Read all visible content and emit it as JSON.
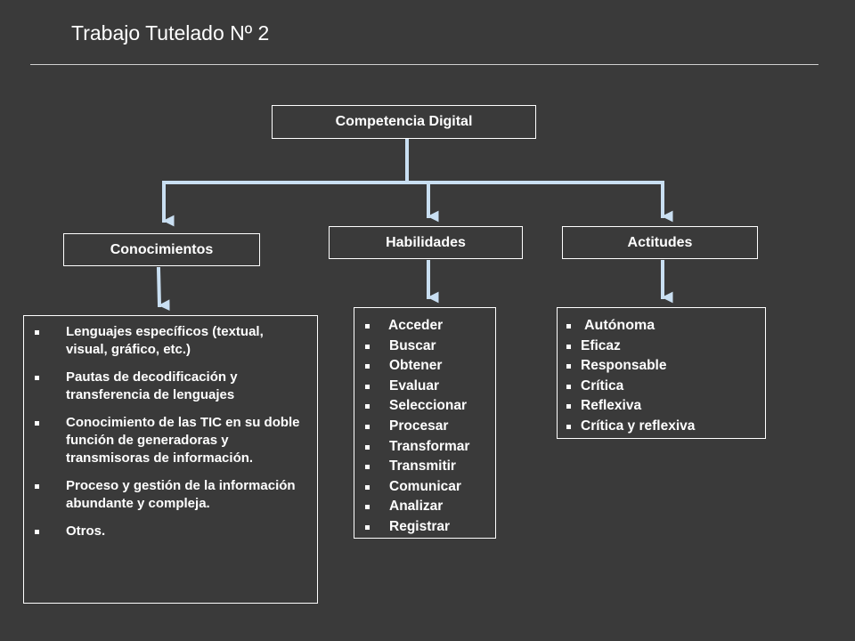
{
  "slide": {
    "title": "Trabajo Tutelado Nº 2"
  },
  "diagram": {
    "root": "Competencia Digital",
    "branches": {
      "conocimientos": {
        "label": "Conocimientos",
        "items": [
          "Lenguajes específicos (textual, visual, gráfico, etc.)",
          "Pautas de decodificación y transferencia de lenguajes",
          "Conocimiento de las TIC en su doble función de generadoras y transmisoras de información.",
          "Proceso y gestión de la información abundante y compleja.",
          "Otros."
        ]
      },
      "habilidades": {
        "label": "Habilidades",
        "items": [
          "Acceder",
          "Buscar",
          "Obtener",
          "Evaluar",
          "Seleccionar",
          "Procesar",
          "Transformar",
          "Transmitir",
          "Comunicar",
          "Analizar",
          "Registrar"
        ]
      },
      "actitudes": {
        "label": "Actitudes",
        "items": [
          "Autónoma",
          "Eficaz",
          "Responsable",
          "Crítica",
          "Reflexiva",
          "Crítica y reflexiva"
        ]
      }
    }
  },
  "colors": {
    "background": "#3a3a3a",
    "connector": "#c9dff2",
    "text": "#ffffff"
  }
}
